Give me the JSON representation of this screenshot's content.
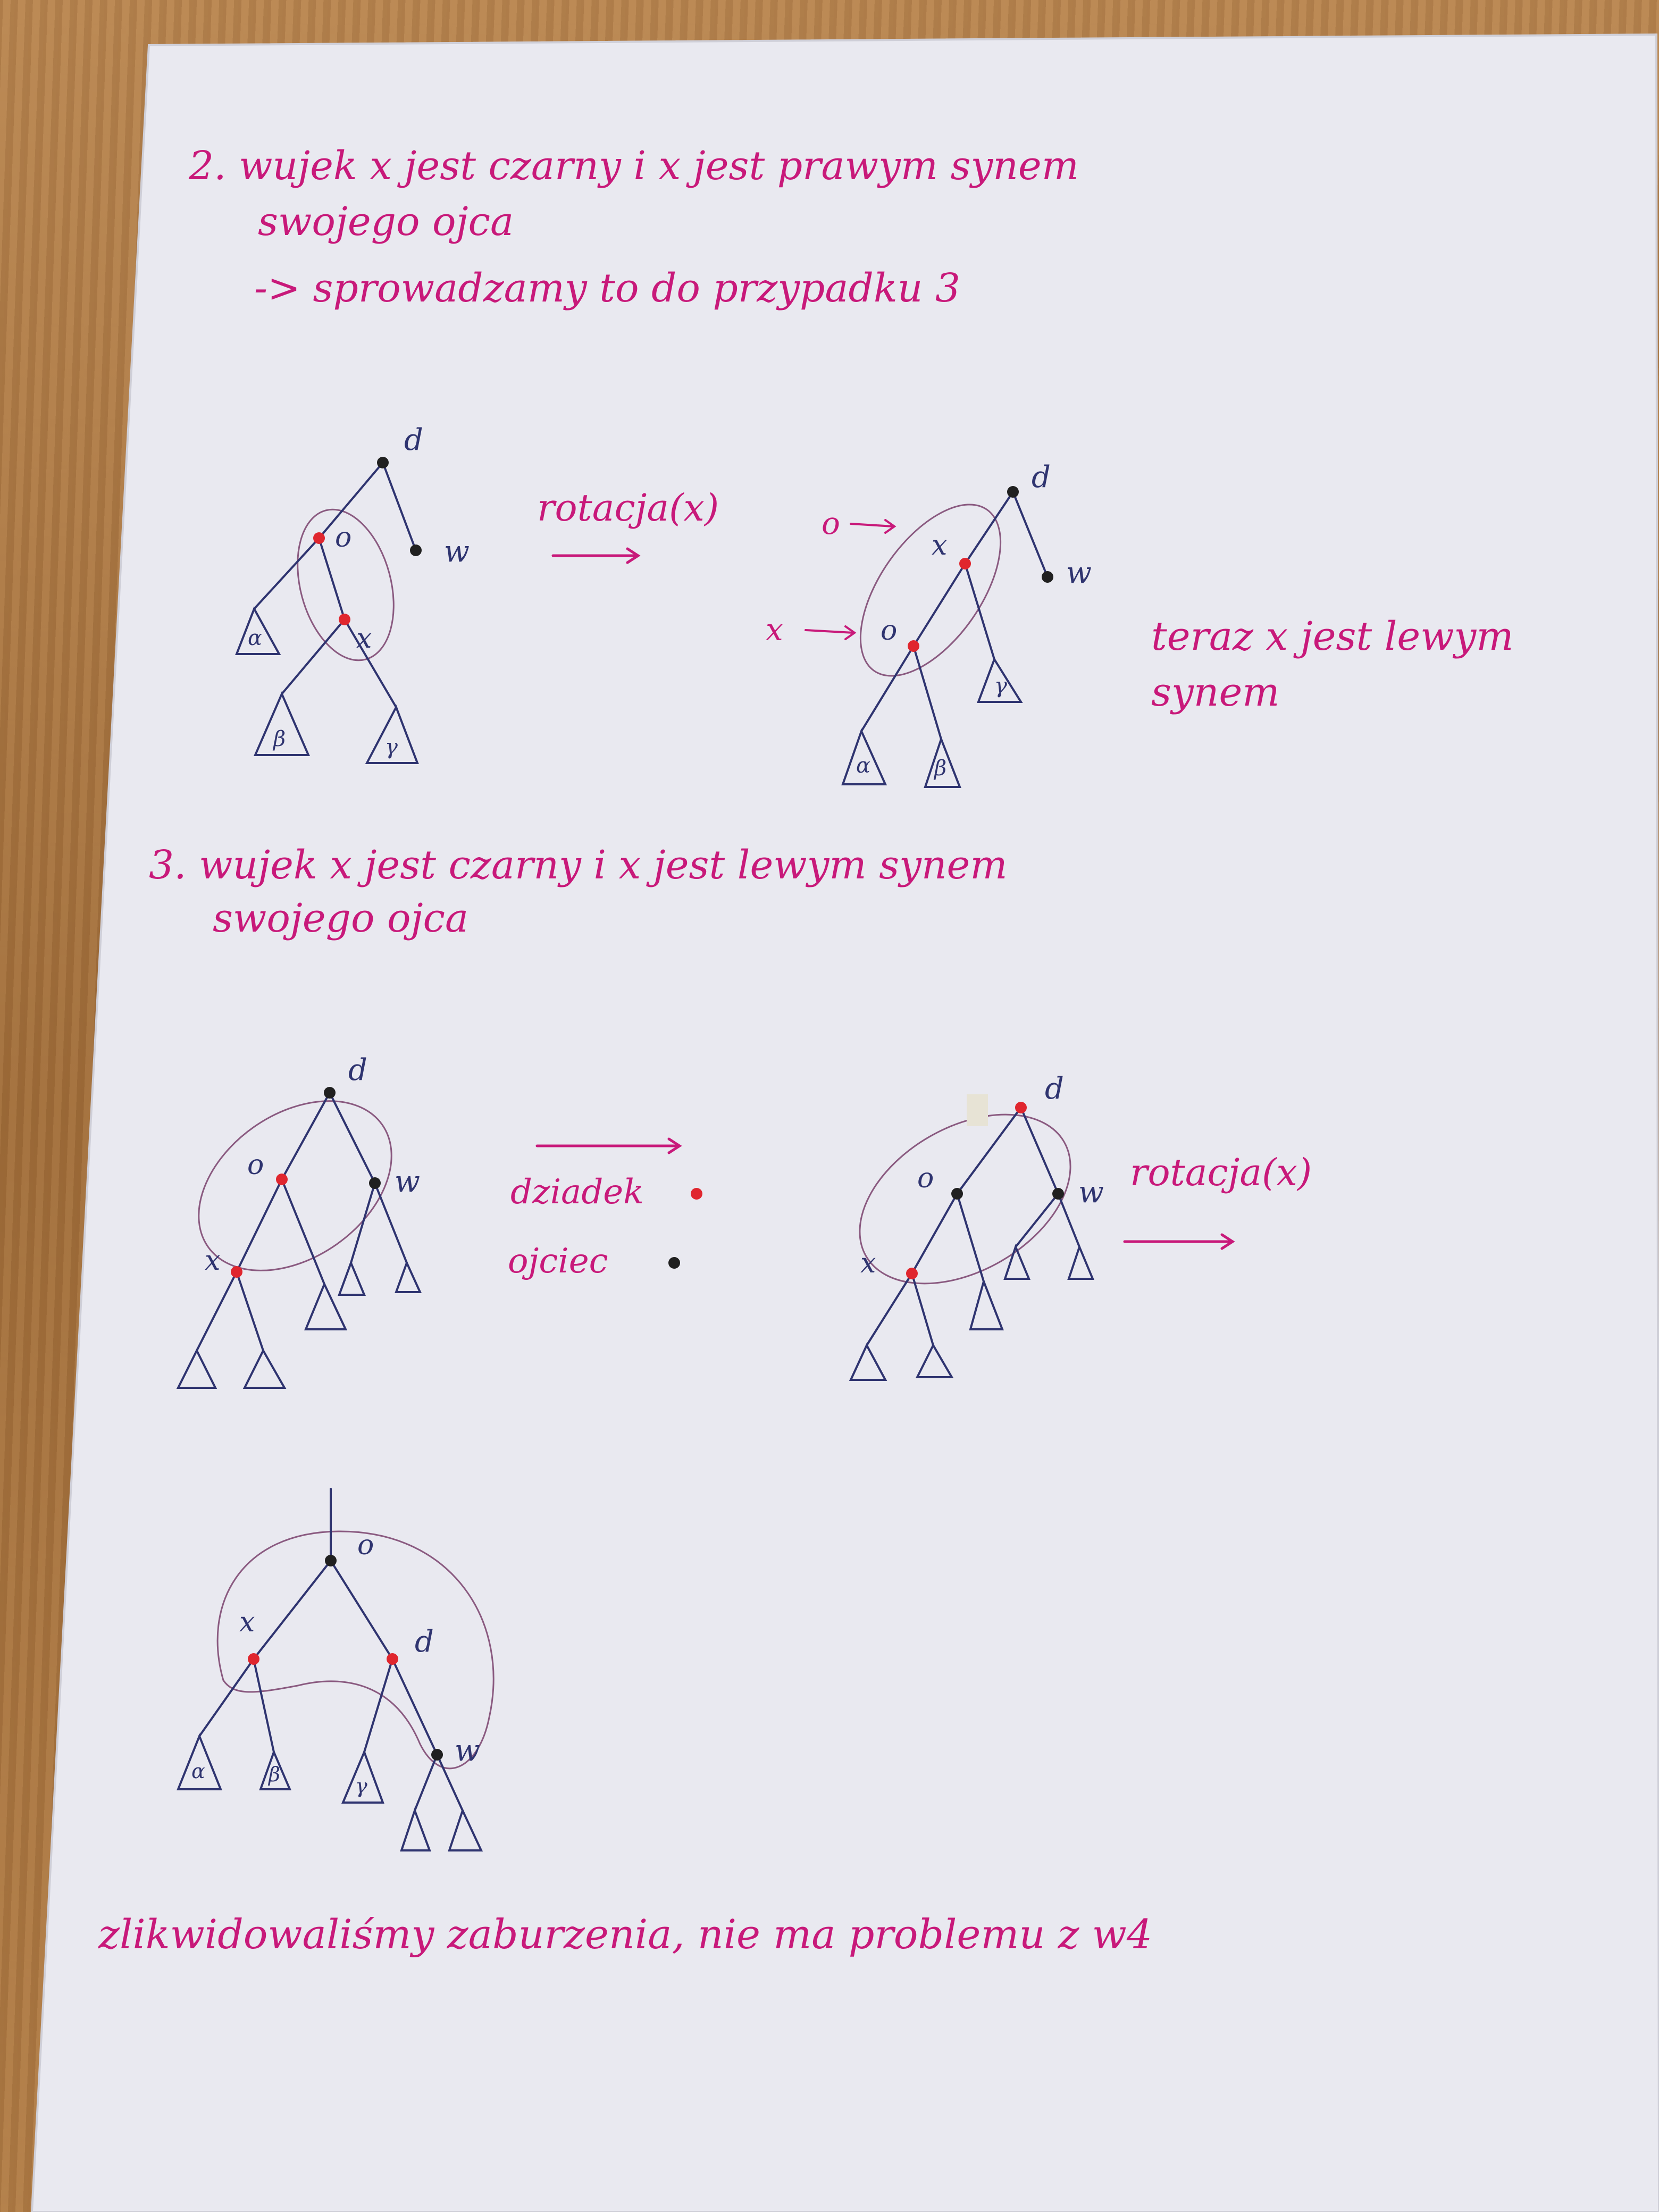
{
  "text": {
    "case2_line1": "2. wujek x jest czarny i x jest prawym synem",
    "case2_line2": "swojego ojca",
    "case2_line3": "-> sprowadzamy to do przypadku 3",
    "rotation_x": "rotacja(x)",
    "rotation_x_2": "rotacja(x)",
    "now_left_line1": "teraz x jest lewym",
    "now_left_line2": "synem",
    "case3_line1": "3. wujek x jest czarny i x jest lewym synem",
    "case3_line2": "swojego ojca",
    "legend_grandfather": "dziadek",
    "legend_father": "ojciec",
    "conclusion": "zlikwidowaliśmy zaburzenia, nie ma problemu z w4"
  },
  "node_labels": {
    "d": "d",
    "w": "w",
    "o": "o",
    "x": "x",
    "alpha": "α",
    "beta": "β",
    "gamma": "γ"
  },
  "colors": {
    "paper": "#e9e9f0",
    "ink_pink": "#c8197a",
    "ink_blue": "#2f3470",
    "ellipse": "#8a5a80",
    "node_red": "#e0262e",
    "node_black": "#202020",
    "desk": "#a87845"
  },
  "icons": {
    "arrow": "right-arrow-icon",
    "red_node": "red-node-icon",
    "black_node": "black-node-icon"
  }
}
